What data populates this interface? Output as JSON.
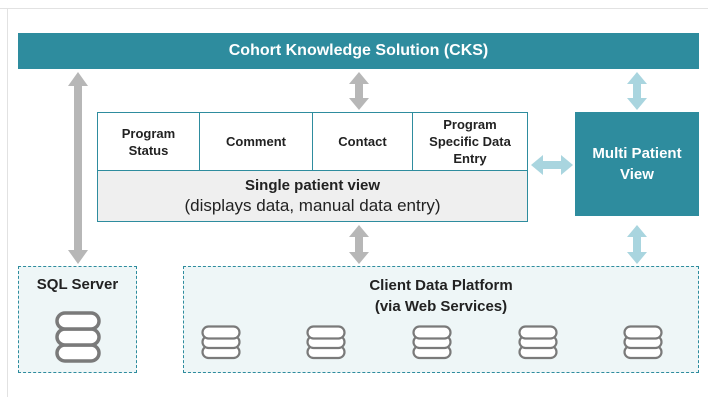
{
  "header": {
    "title": "Cohort Knowledge Solution (CKS)"
  },
  "single_patient_view": {
    "tabs": [
      {
        "line1": "Program",
        "line2": "Status"
      },
      {
        "line1": "Comment",
        "line2": ""
      },
      {
        "line1": "Contact",
        "line2": ""
      },
      {
        "line1": "Program",
        "line2": "Specific Data",
        "line3": "Entry"
      }
    ],
    "title": "Single patient view",
    "subtitle": "(displays data, manual data entry)"
  },
  "multi_patient_view": {
    "line1": "Multi Patient",
    "line2": "View"
  },
  "sql_server": {
    "title": "SQL Server"
  },
  "client_data_platform": {
    "line1": "Client Data Platform",
    "line2": "(via Web Services)"
  },
  "colors": {
    "accent": "#2e8c9e",
    "arrow_gray": "#b7b7b7",
    "arrow_light_blue": "#a9d5df",
    "panel_bg": "#eef6f7"
  }
}
